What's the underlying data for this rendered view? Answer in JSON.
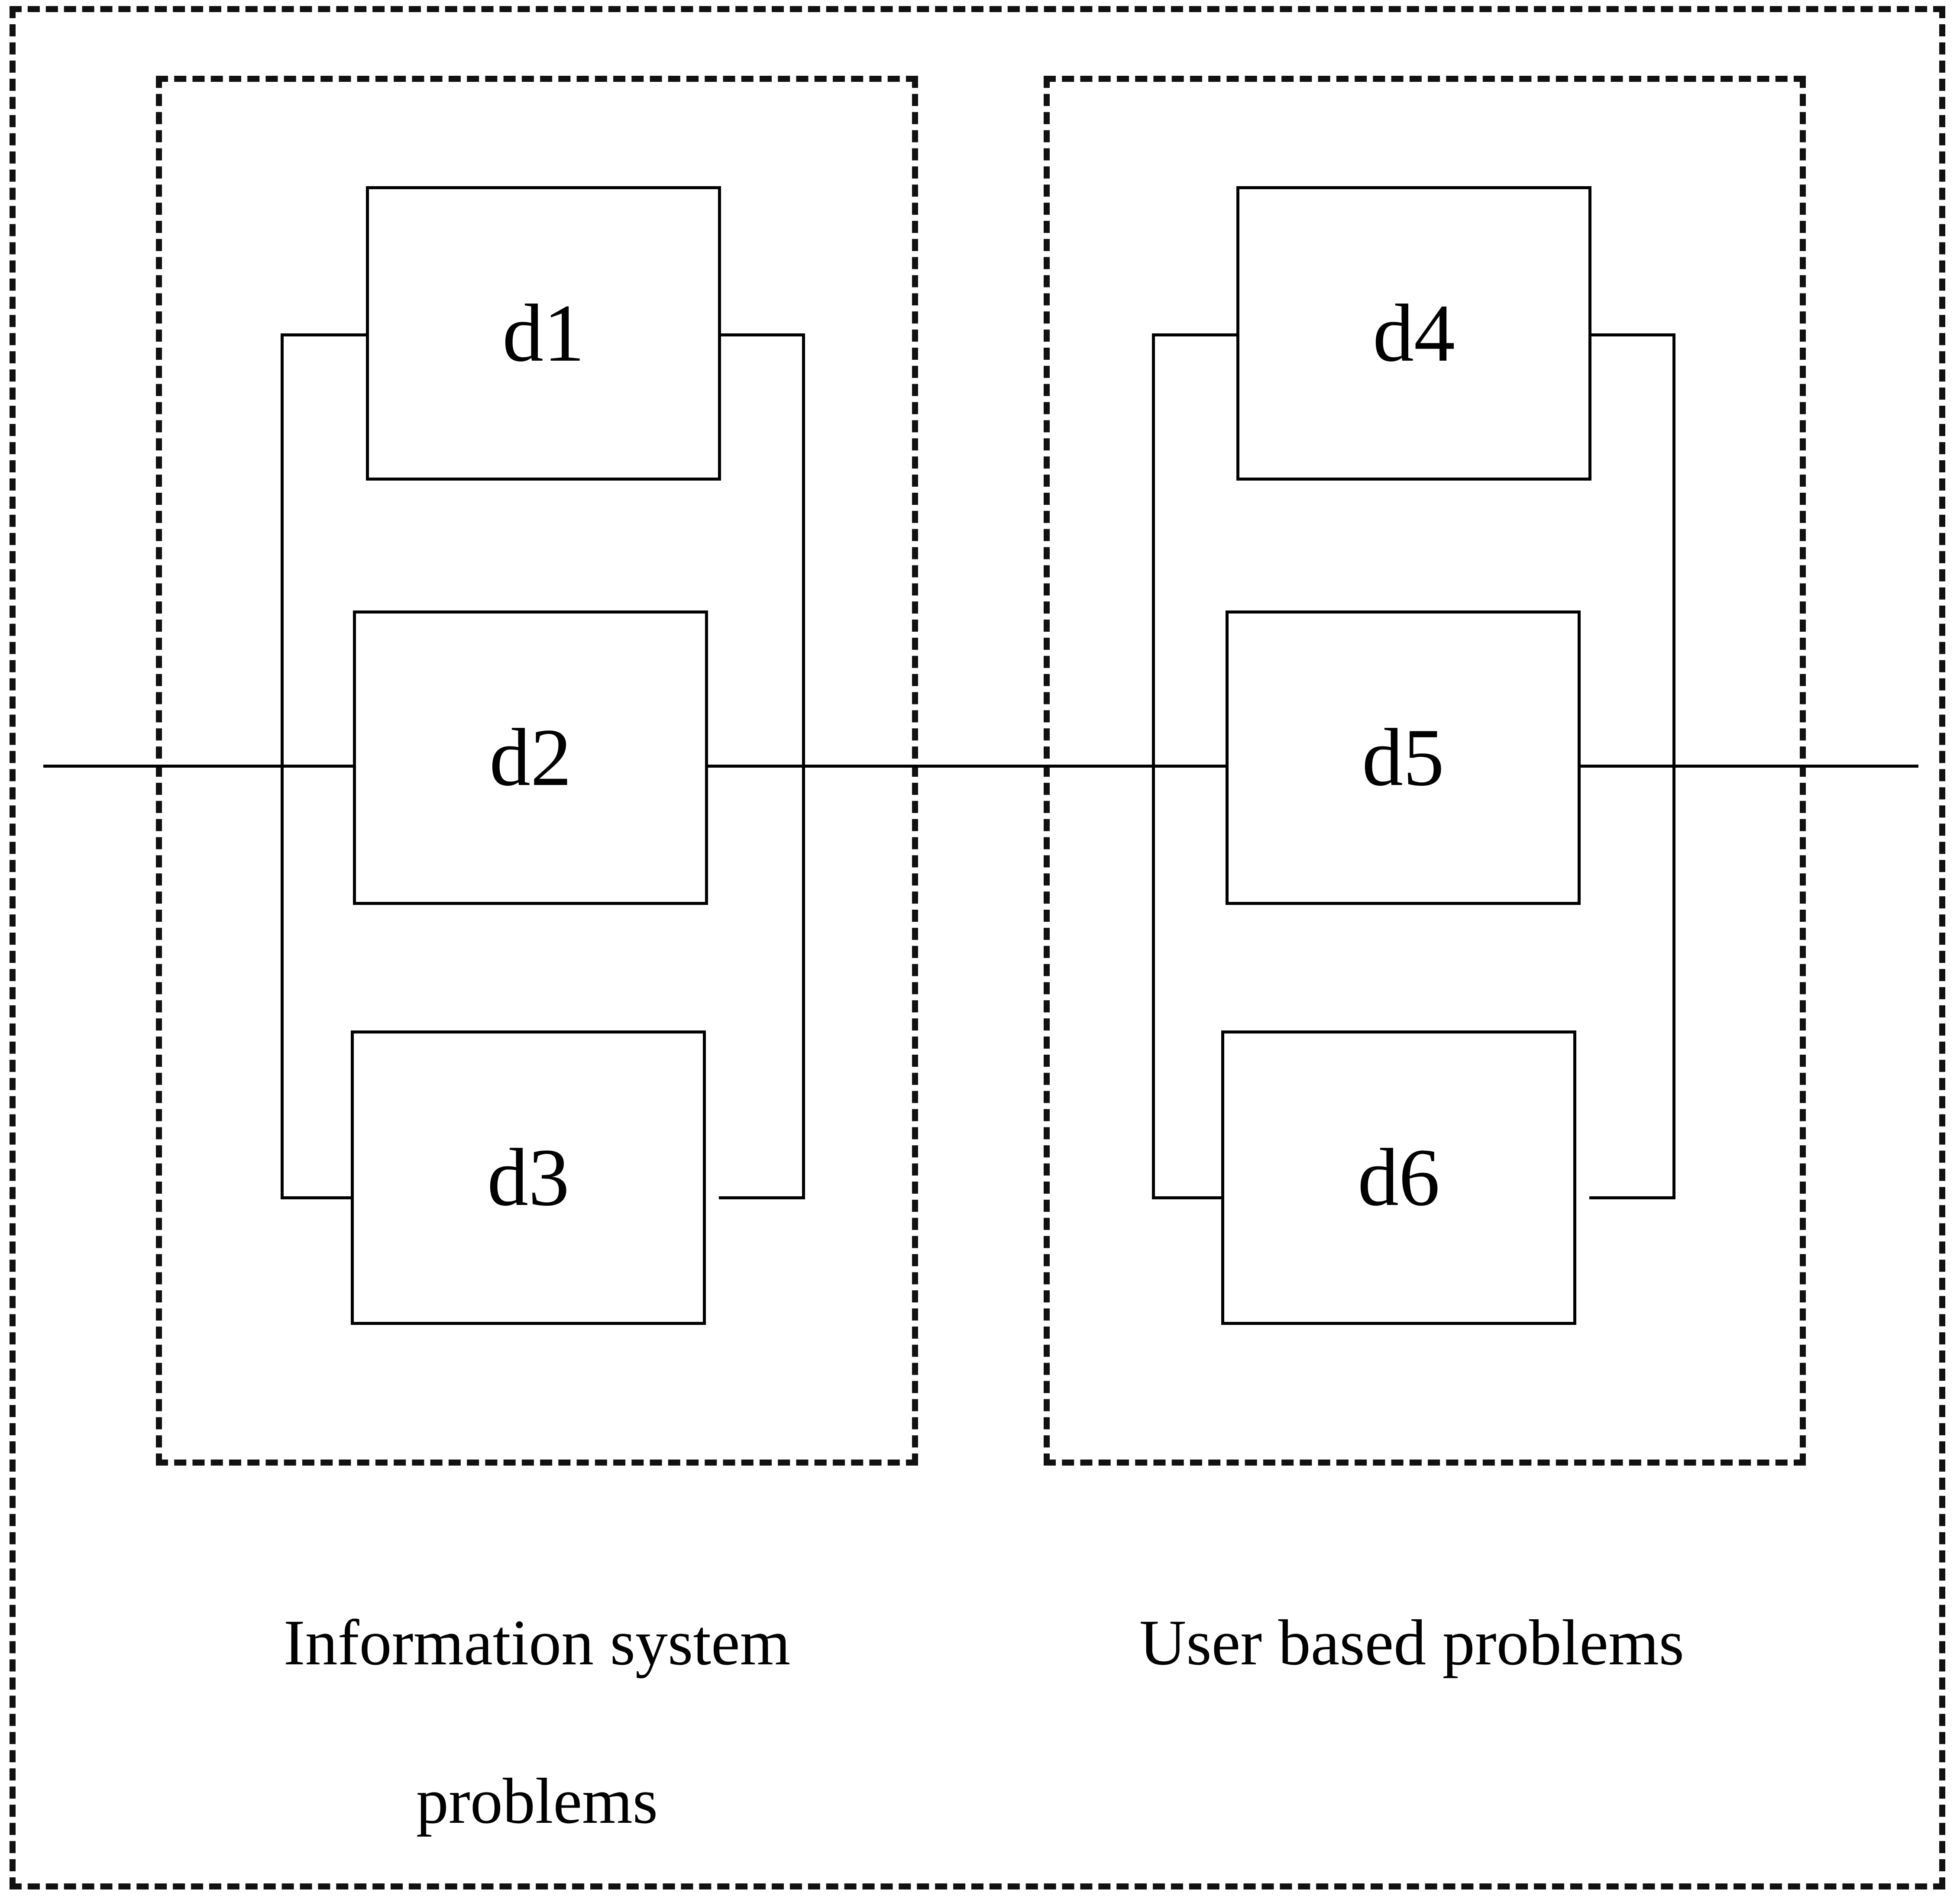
{
  "figure": {
    "type": "block-diagram",
    "description": "Two dashed grouping boxes each containing three parallel solid blocks connected in parallel across a horizontal backbone line",
    "outer_frame": {
      "style": "dashed",
      "color": "#111111"
    }
  },
  "groups": [
    {
      "id": "group-1",
      "caption": "Information system\nproblems",
      "caption_line1": "Information system",
      "caption_line2": "problems",
      "nodes": [
        {
          "id": "d1",
          "label": "d1"
        },
        {
          "id": "d2",
          "label": "d2"
        },
        {
          "id": "d3",
          "label": "d3"
        }
      ]
    },
    {
      "id": "group-2",
      "caption": "User based problems",
      "caption_line1": "User based problems",
      "caption_line2": "",
      "nodes": [
        {
          "id": "d4",
          "label": "d4"
        },
        {
          "id": "d5",
          "label": "d5"
        },
        {
          "id": "d6",
          "label": "d6"
        }
      ]
    }
  ],
  "colors": {
    "stroke": "#000000",
    "dashed_stroke": "#111111",
    "background": "#ffffff",
    "text": "#000000"
  }
}
